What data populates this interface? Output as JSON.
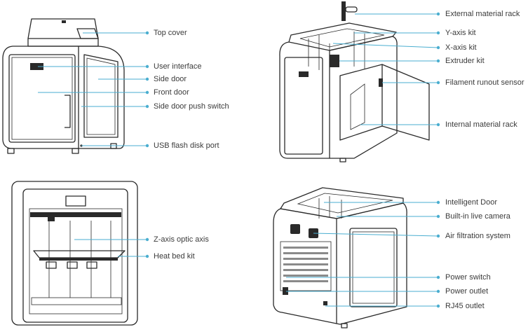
{
  "labels": {
    "top_cover": "Top cover",
    "user_interface": "User interface",
    "side_door": "Side door",
    "front_door": "Front door",
    "side_door_push_switch": "Side door push switch",
    "usb_flash_disk_port": "USB flash disk port",
    "z_axis_optic_axis": "Z-axis optic axis",
    "heat_bed_kit": "Heat bed kit",
    "external_material_rack": "External material rack",
    "y_axis_kit": "Y-axis kit",
    "x_axis_kit": "X-axis kit",
    "extruder_kit": "Extruder kit",
    "filament_runout_sensor": "Filament runout sensor",
    "internal_material_rack": "Internal material rack",
    "intelligent_door": "Intelligent Door",
    "built_in_live_camera": "Built-in live camera",
    "air_filtration_system": "Air filtration system",
    "power_switch": "Power switch",
    "power_outlet": "Power outlet",
    "rj45_outlet": "RJ45 outlet"
  },
  "colors": {
    "leader_line": "#4aaed0",
    "outline": "#2a2a2a",
    "label_text": "#3b3b3b"
  }
}
